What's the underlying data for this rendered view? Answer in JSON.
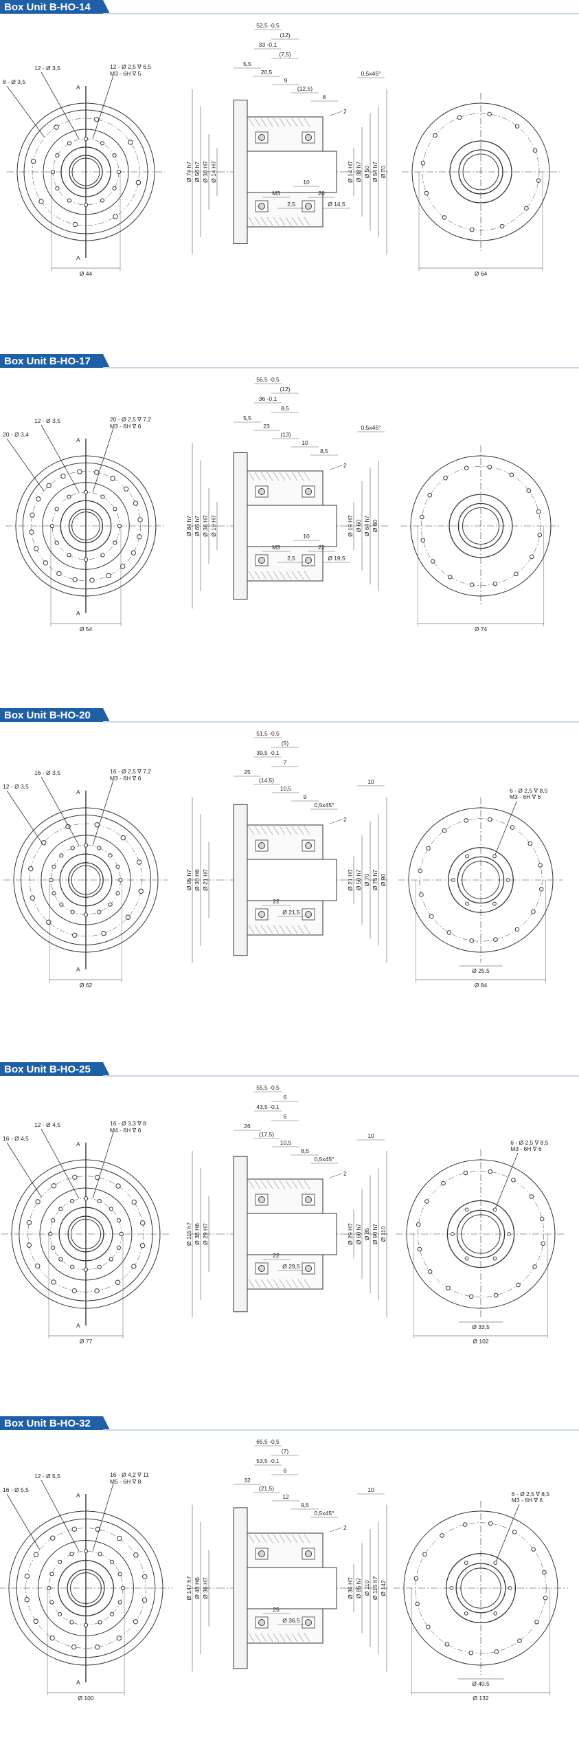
{
  "sections": [
    {
      "title": "Box Unit B-HO-14",
      "front": {
        "holes_outer": "8 - Ø 3,5",
        "holes_mid": "12 - Ø 3,5",
        "tapped": "12 - Ø 2,5 ∇ 6,5",
        "thread": "M3 - 6H ∇ 5",
        "section_mark": "A",
        "dia": "Ø 44"
      },
      "side": {
        "dims": [
          "52,5 -0,5",
          "(12)",
          "33 -0,1",
          "(7,5)",
          "5,5",
          "20,5",
          "9",
          "(12,5)",
          "8",
          "0,5x45°",
          "M3",
          "2,5",
          "10",
          "20",
          "Ø 14,5"
        ],
        "left_dias": [
          "Ø 74 h7",
          "Ø 56 h7",
          "Ø 30 H7",
          "Ø 14 H7"
        ],
        "right_dias": [
          "Ø 14 H7",
          "Ø 38 h7",
          "Ø 50",
          "Ø 54 h7",
          "Ø 70"
        ],
        "callout": "2"
      },
      "rear": {
        "dia": "Ø 64"
      }
    },
    {
      "title": "Box Unit B-HO-17",
      "front": {
        "holes_outer": "20 - Ø 3,4",
        "holes_mid": "12 - Ø 3,5",
        "tapped": "20 - Ø 2,5 ∇ 7,2",
        "thread": "M3 - 6H ∇ 6",
        "section_mark": "A",
        "dia": "Ø 54"
      },
      "side": {
        "dims": [
          "56,5 -0,5",
          "(12)",
          "36 -0,1",
          "8,5",
          "5,5",
          "23",
          "(13)",
          "10",
          "8,5",
          "0,5x45°",
          "M3",
          "2,5",
          "10",
          "22",
          "Ø 19,5"
        ],
        "left_dias": [
          "Ø 84 h7",
          "Ø 65 h7",
          "Ø 36 H7",
          "Ø 19 H7"
        ],
        "right_dias": [
          "Ø 19 H7",
          "Ø 60",
          "Ø 64 h7",
          "Ø 80"
        ],
        "callout": "2"
      },
      "rear": {
        "dia": "Ø 74"
      }
    },
    {
      "title": "Box Unit B-HO-20",
      "front": {
        "holes_outer": "12 - Ø 3,5",
        "holes_mid": "16 - Ø 3,5",
        "tapped": "16 - Ø 2,5 ∇ 7,2",
        "thread": "M3 - 6H ∇ 6",
        "section_mark": "A",
        "dia": "Ø 62"
      },
      "side": {
        "dims": [
          "51,5 -0,5",
          "(5)",
          "39,5 -0,1",
          "7",
          "25",
          "(14,5)",
          "10,5",
          "9",
          "0,5x45°",
          "10",
          "22",
          "Ø 21,5"
        ],
        "left_dias": [
          "Ø 95 h7",
          "Ø 30 H6",
          "Ø 21 H7"
        ],
        "right_dias": [
          "Ø 21 H7",
          "Ø 50 h7",
          "Ø 70",
          "Ø 75 h7",
          "Ø 90"
        ],
        "callout": "2"
      },
      "rear": {
        "tapped": "6 - Ø 2,5 ∇ 8,5",
        "thread": "M3 - 6H ∇ 6",
        "dia_inner": "Ø 25,5",
        "dia": "Ø 84"
      }
    },
    {
      "title": "Box Unit B-HO-25",
      "front": {
        "holes_outer": "16 - Ø 4,5",
        "holes_mid": "12 - Ø 4,5",
        "tapped": "16 - Ø 3,3 ∇ 8",
        "thread": "M4 - 6H ∇ 6",
        "section_mark": "A",
        "dia": "Ø 77"
      },
      "side": {
        "dims": [
          "55,5 -0,5",
          "6",
          "43,5 -0,1",
          "6",
          "26",
          "(17,5)",
          "10,5",
          "8,5",
          "0,5x45°",
          "10",
          "22",
          "Ø 29,5"
        ],
        "left_dias": [
          "Ø 115 h7",
          "Ø 38 H6",
          "Ø 29 H7"
        ],
        "right_dias": [
          "Ø 29 H7",
          "Ø 60 h7",
          "Ø 85",
          "Ø 90 h7",
          "Ø 110"
        ],
        "callout": "2"
      },
      "rear": {
        "tapped": "6 - Ø 2,5 ∇ 8,5",
        "thread": "M3 - 6H ∇ 6",
        "dia_inner": "Ø 33,5",
        "dia": "Ø 102"
      }
    },
    {
      "title": "Box Unit B-HO-32",
      "front": {
        "holes_outer": "16 - Ø 5,5",
        "holes_mid": "12 - Ø 5,5",
        "tapped": "16 - Ø 4,2 ∇ 11",
        "thread": "M5 - 6H ∇ 8",
        "section_mark": "A",
        "dia": "Ø 100"
      },
      "side": {
        "dims": [
          "65,5 -0,5",
          "(7)",
          "53,5 -0,1",
          "6",
          "32",
          "(21,5)",
          "12",
          "9,5",
          "0,5x45°",
          "10",
          "25",
          "Ø 36,5"
        ],
        "left_dias": [
          "Ø 147 h7",
          "Ø 48 H6",
          "Ø 36 H7"
        ],
        "right_dias": [
          "Ø 36 H7",
          "Ø 85 h7",
          "Ø 110",
          "Ø 115 h7",
          "Ø 142"
        ],
        "callout": "2"
      },
      "rear": {
        "tapped": "6 - Ø 2,5 ∇ 8,5",
        "thread": "M3 - 6H ∇ 6",
        "dia_inner": "Ø 40,5",
        "dia": "Ø 132"
      }
    }
  ]
}
